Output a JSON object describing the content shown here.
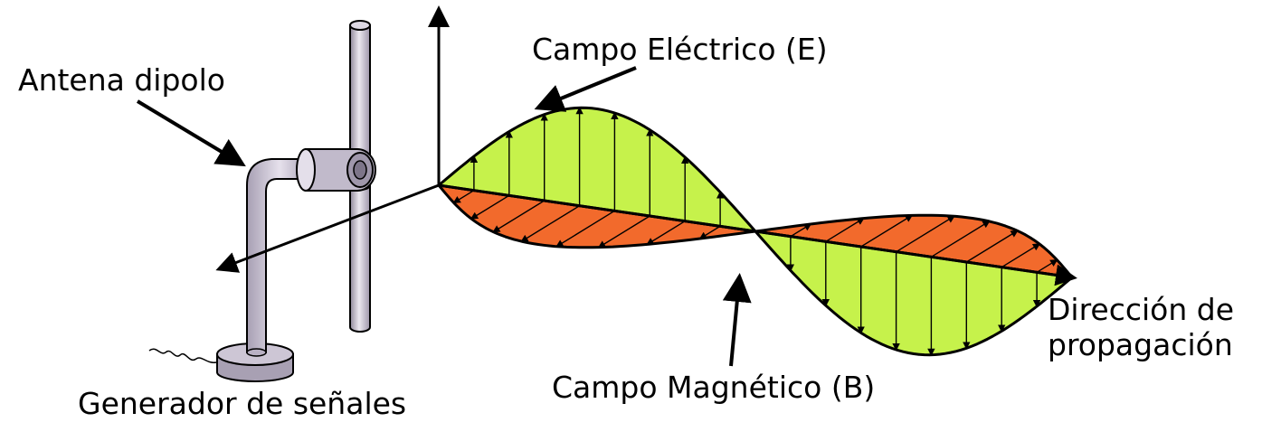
{
  "labels": {
    "antenna": "Antena dipolo",
    "electric_field": "Campo Eléctrico (E)",
    "magnetic_field": "Campo Magnético (B)",
    "direction_line1": "Dirección de",
    "direction_line2": "propagación",
    "generator": "Generador de señales"
  },
  "colors": {
    "electric_fill": "#c6f24b",
    "magnetic_fill": "#f26a2c",
    "antenna_fill": "#cfc8d6",
    "antenna_dark": "#9b92a6",
    "stroke": "#000000"
  }
}
